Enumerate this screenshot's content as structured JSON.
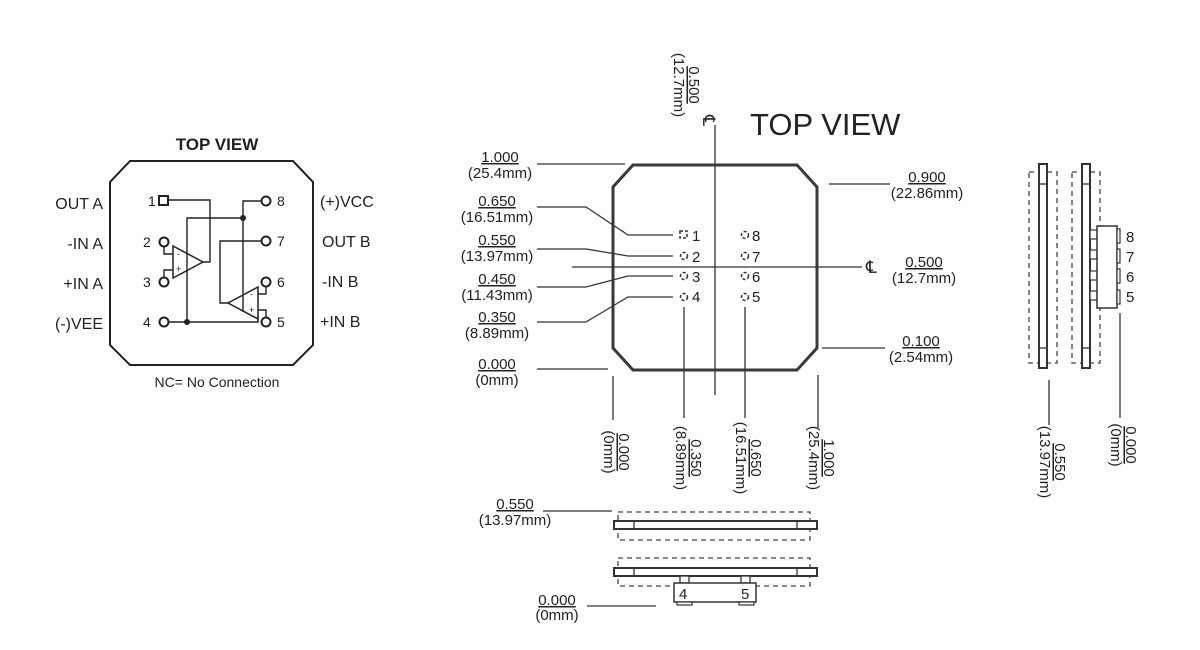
{
  "schematic": {
    "title": "TOP VIEW",
    "footnote": "NC= No Connection",
    "left_labels": [
      "OUT A",
      "-IN A",
      "+IN A",
      "(-)VEE"
    ],
    "right_labels": [
      "(+)VCC",
      "OUT B",
      "-IN B",
      "+IN B"
    ],
    "left_pins": [
      "1",
      "2",
      "3",
      "4"
    ],
    "right_pins": [
      "8",
      "7",
      "6",
      "5"
    ],
    "opamp_a_minus": "-",
    "opamp_a_plus": "+",
    "opamp_b_minus": "-",
    "opamp_b_plus": "+"
  },
  "package": {
    "title": "TOP VIEW",
    "centerline_symbol": "℄",
    "pins_left": [
      "1",
      "2",
      "3",
      "4"
    ],
    "pins_right": [
      "8",
      "7",
      "6",
      "5"
    ],
    "dims_left": [
      {
        "in": "1.000",
        "mm": "(25.4mm)"
      },
      {
        "in": "0.650",
        "mm": "(16.51mm)"
      },
      {
        "in": "0.550",
        "mm": "(13.97mm)"
      },
      {
        "in": "0.450",
        "mm": "(11.43mm)"
      },
      {
        "in": "0.350",
        "mm": "(8.89mm)"
      },
      {
        "in": "0.000",
        "mm": "(0mm)"
      }
    ],
    "dims_right": [
      {
        "in": "0.900",
        "mm": "(22.86mm)"
      },
      {
        "in": "0.500",
        "mm": "(12.7mm)"
      },
      {
        "in": "0.100",
        "mm": "(2.54mm)"
      }
    ],
    "dim_top": {
      "in": "0.500",
      "mm": "(12.7mm)"
    },
    "dims_bottom": [
      {
        "in": "0.000",
        "mm": "(0mm)"
      },
      {
        "in": "0.350",
        "mm": "(8.89mm)"
      },
      {
        "in": "0.650",
        "mm": "(16.51mm)"
      },
      {
        "in": "1.000",
        "mm": "(25.4mm)"
      }
    ]
  },
  "side_view_bottom": {
    "dims": [
      {
        "in": "0.550",
        "mm": "(13.97mm)"
      },
      {
        "in": "0.000",
        "mm": "(0mm)"
      }
    ],
    "pins": [
      "4",
      "5"
    ]
  },
  "side_view_right": {
    "dims": [
      {
        "in": "0.550",
        "mm": "(13.97mm)"
      },
      {
        "in": "0.000",
        "mm": "(0mm)"
      }
    ],
    "pins": [
      "8",
      "7",
      "6",
      "5"
    ]
  }
}
